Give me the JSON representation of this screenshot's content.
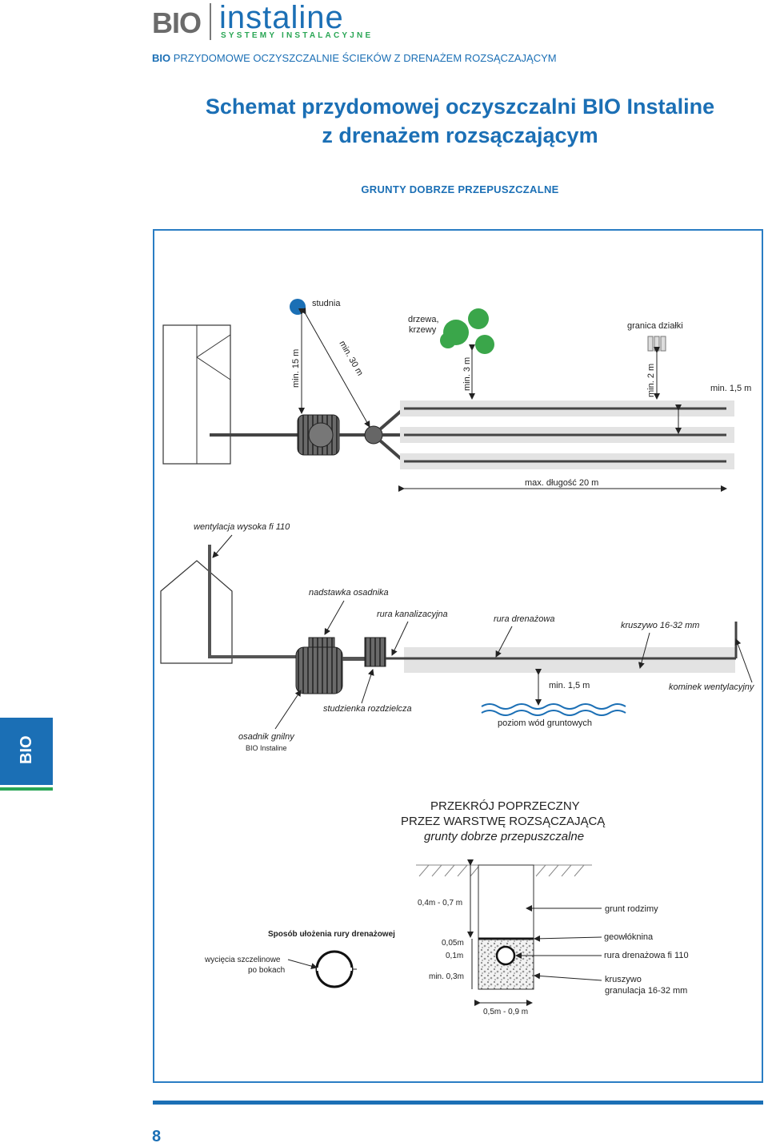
{
  "header": {
    "logo_bio": "BIO",
    "logo_instaline": "instaline",
    "logo_tagline": "SYSTEMY INSTALACYJNE",
    "section_bold": "BIO",
    "section_text": "PRZYDOMOWE OCZYSZCZALNIE ŚCIEKÓW Z DRENAŻEM ROZSĄCZAJĄCYM"
  },
  "title_line1": "Schemat przydomowej oczyszczalni BIO Instaline",
  "title_line2": "z drenażem rozsączającym",
  "ground_type": "GRUNTY DOBRZE PRZEPUSZCZALNE",
  "plan_view": {
    "well": "studnia",
    "trees_line1": "drzewa,",
    "trees_line2": "krzewy",
    "plot_boundary": "granica działki",
    "min_15": "min. 15 m",
    "min_30": "min. 30 m",
    "min_3": "min. 3 m",
    "min_2": "min. 2 m",
    "min_1_5": "min. 1,5 m",
    "max_length": "max. długość 20 m"
  },
  "side_view": {
    "ventilation": "wentylacja wysoka fi 110",
    "tank_extension": "nadstawka osadnika",
    "sewer_pipe": "rura kanalizacyjna",
    "drain_pipe": "rura drenażowa",
    "gravel": "kruszywo 16-32 mm",
    "min_1_5": "min. 1,5 m",
    "vent_chimney": "kominek wentylacyjny",
    "distribution_well": "studzienka rozdzielcza",
    "groundwater": "poziom wód gruntowych",
    "septic_tank": "osadnik gnilny",
    "septic_tank_brand": "BIO Instaline"
  },
  "cross_section": {
    "title_line1": "PRZEKRÓJ POPRZECZNY",
    "title_line2": "PRZEZ WARSTWĘ ROZSĄCZAJĄCĄ",
    "title_line3": "grunty dobrze przepuszczalne",
    "depth_topsoil": "0,4m - 0,7 m",
    "native_soil": "grunt rodzimy",
    "geotextile": "geowłóknina",
    "d_005": "0,05m",
    "d_01": "0,1m",
    "d_03": "min. 0,3m",
    "drain_pipe": "rura drenażowa fi 110",
    "gravel_line1": "kruszywo",
    "gravel_line2": "granulacja 16-32 mm",
    "width": "0,5m - 0,9 m",
    "pipe_laying_title": "Sposób ułożenia rury drenażowej",
    "slots_line1": "wycięcia szczelinowe",
    "slots_line2": "po bokach"
  },
  "side_tab": "BIO",
  "page_number": "8",
  "colors": {
    "brand_blue": "#1b6fb5",
    "brand_green": "#2aa655",
    "logo_gray": "#6b6b6b"
  }
}
